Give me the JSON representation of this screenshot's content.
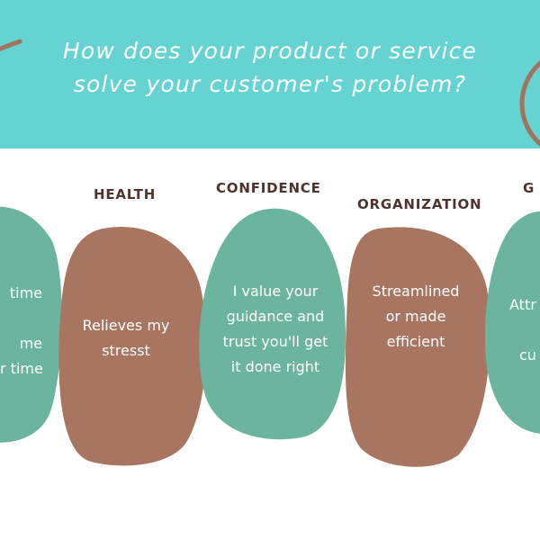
{
  "header": {
    "title_line1": "How does your product or service",
    "title_line2": "solve your customer's problem?"
  },
  "colors": {
    "banner": "#66d3d3",
    "green_card": "#6bb49d",
    "brown_card": "#a87660",
    "heading_text": "#4e342c",
    "deco_stroke": "#a0735e"
  },
  "cards": [
    {
      "heading": "",
      "lines": [
        "time",
        "",
        "me",
        "r time"
      ]
    },
    {
      "heading": "HEALTH",
      "lines": [
        "Relieves my",
        "stresst"
      ]
    },
    {
      "heading": "CONFIDENCE",
      "lines": [
        "I value your",
        "guidance and",
        "trust you'll get",
        "it done right"
      ]
    },
    {
      "heading": "ORGANIZATION",
      "lines": [
        "Streamlined",
        "or made",
        "efficient"
      ]
    },
    {
      "heading": "G",
      "lines": [
        "Attr",
        "",
        "cu"
      ]
    }
  ]
}
